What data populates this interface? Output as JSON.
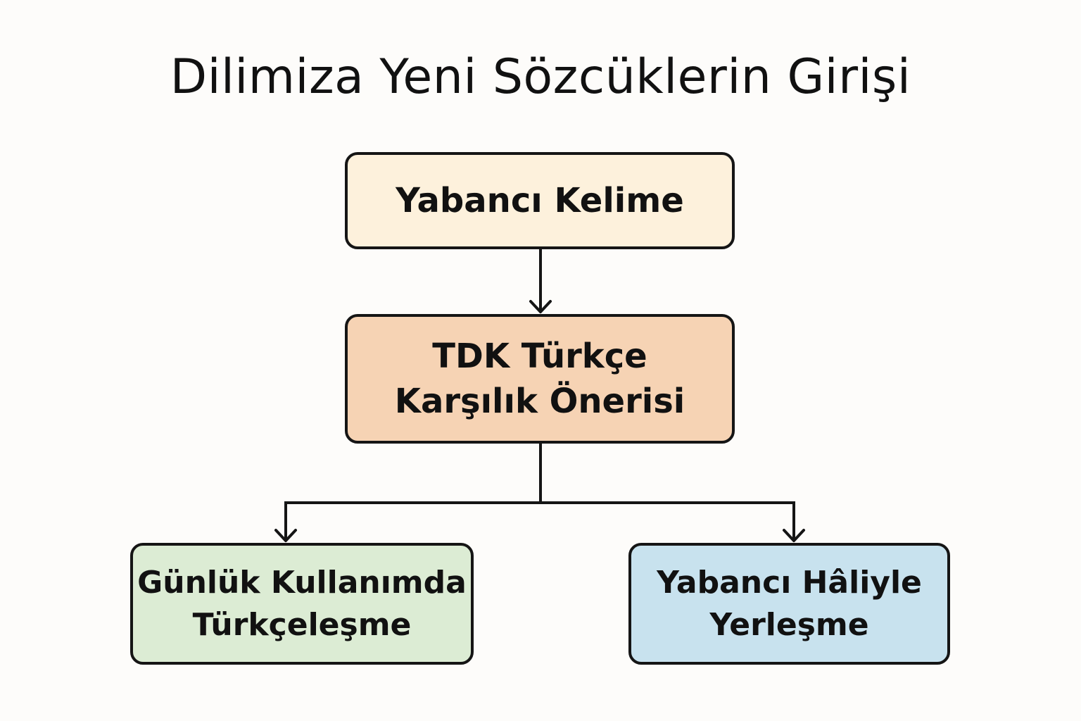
{
  "title": "Dilimiza Yeni Sözcüklerin Girişi",
  "nodes": {
    "foreign_word": {
      "label": "Yabancı Kelime",
      "color": "#fdf1dc"
    },
    "tdk_proposal": {
      "label": "TDK Türkçe\nKarşılık Önerisi",
      "color": "#f6d3b4"
    },
    "turkicization": {
      "label": "Günlük Kullanımda\nTürkçeleşme",
      "color": "#dcecd4"
    },
    "foreign_settle": {
      "label": "Yabancı Hâliyle\nYerleşme",
      "color": "#c8e2ee"
    }
  },
  "colors": {
    "background": "#fdfcfa",
    "stroke": "#151515"
  }
}
